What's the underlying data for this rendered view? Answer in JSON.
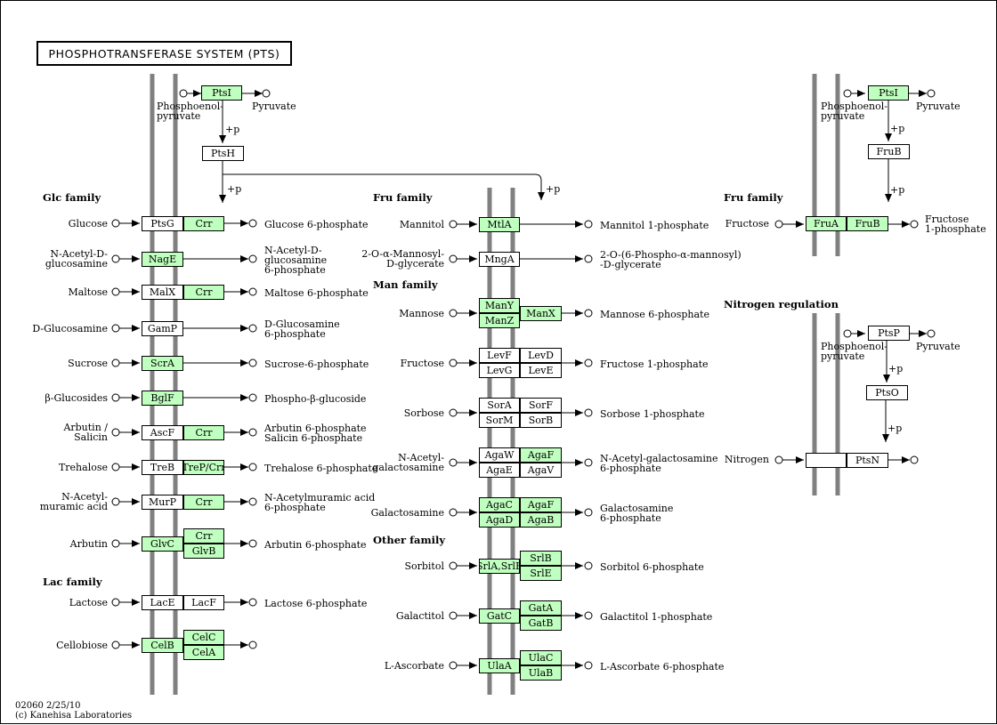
{
  "title": "PHOSPHOTRANSFERASE SYSTEM (PTS)",
  "footer": {
    "code": "02060 2/25/10",
    "copyright": "(c) Kanehisa Laboratories"
  },
  "colors": {
    "highlight": "#bfffbf",
    "membrane": "#808080"
  },
  "families": {
    "glc": "Glc family",
    "lac": "Lac family",
    "fru": "Fru family",
    "man": "Man family",
    "other": "Other family",
    "fru_right": "Fru family",
    "nitrogen": "Nitrogen regulation"
  },
  "top": {
    "ptsi": "PtsI",
    "pep": [
      "Phosphoenol-",
      "pyruvate"
    ],
    "pyruvate": "Pyruvate",
    "plus_p1": "+p",
    "ptsh": "PtsH",
    "plus_p2": "+p",
    "plus_p3": "+p"
  },
  "right_fru": {
    "ptsi": "PtsI",
    "pep": [
      "Phosphoenol-",
      "pyruvate"
    ],
    "pyruvate": "Pyruvate",
    "plus_p1": "+p",
    "frub_top": "FruB",
    "plus_p2": "+p",
    "substrate": "Fructose",
    "fruA": "FruA",
    "fruB": "FruB",
    "product": [
      "Fructose",
      "1-phosphate"
    ]
  },
  "nitrogen": {
    "ptsp": "PtsP",
    "pep": [
      "Phosphoenol-",
      "pyruvate"
    ],
    "pyruvate": "Pyruvate",
    "plus_p1": "+p",
    "ptso": "PtsO",
    "plus_p2": "+p",
    "substrate": "Nitrogen",
    "ptsn": "PtsN"
  },
  "left_rows": [
    {
      "substrate": [
        "Glucose"
      ],
      "product": [
        "Glucose 6-phosphate"
      ],
      "b1": "PtsG",
      "b2": "Crr"
    },
    {
      "substrate": [
        "N-Acetyl-D-",
        "glucosamine"
      ],
      "product": [
        "N-Acetyl-D-",
        "glucosamine",
        "6-phosphate"
      ],
      "b1": "NagE"
    },
    {
      "substrate": [
        "Maltose"
      ],
      "product": [
        "Maltose 6-phosphate"
      ],
      "b1": "MalX",
      "b2": "Crr"
    },
    {
      "substrate": [
        "D-Glucosamine"
      ],
      "product": [
        "D-Glucosamine",
        "6-phosphate"
      ],
      "b1": "GamP"
    },
    {
      "substrate": [
        "Sucrose"
      ],
      "product": [
        "Sucrose-6-phosphate"
      ],
      "b1": "ScrA"
    },
    {
      "substrate": [
        "β-Glucosides"
      ],
      "product": [
        "Phospho-β-glucoside"
      ],
      "b1": "BglF"
    },
    {
      "substrate": [
        "Arbutin /",
        "Salicin"
      ],
      "product": [
        "Arbutin 6-phosphate",
        "Salicin 6-phosphate"
      ],
      "b1": "AscF",
      "b2": "Crr"
    },
    {
      "substrate": [
        "Trehalose"
      ],
      "product": [
        "Trehalose 6-phosphate"
      ],
      "b1": "TreB",
      "b2": "TreP/Crr"
    },
    {
      "substrate": [
        "N-Acetyl-",
        "muramic acid"
      ],
      "product": [
        "N-Acetylmuramic acid",
        "6-phosphate"
      ],
      "b1": "MurP",
      "b2": "Crr"
    },
    {
      "substrate": [
        "Arbutin"
      ],
      "product": [
        "Arbutin 6-phosphate"
      ],
      "b1": "GlvC",
      "b2": "Crr",
      "b3": "GlvB"
    },
    {
      "substrate": [
        "Lactose"
      ],
      "product": [
        "Lactose 6-phosphate"
      ],
      "b1": "LacE",
      "b2": "LacF"
    },
    {
      "substrate": [
        "Cellobiose"
      ],
      "product": [],
      "b1": "CelB",
      "b2": "CelC",
      "b3": "CelA"
    }
  ],
  "mid_rows": [
    {
      "substrate": [
        "Mannitol"
      ],
      "product": [
        "Mannitol 1-phosphate"
      ],
      "b1": "MtlA"
    },
    {
      "substrate": [
        "2-O-α-Mannosyl-",
        "D-glycerate"
      ],
      "product": [
        "2-O-(6-Phospho-α-mannosyl)",
        "-D-glycerate"
      ],
      "b1": "MngA"
    },
    {
      "substrate": [
        "Mannose"
      ],
      "product": [
        "Mannose 6-phosphate"
      ],
      "b1": "ManY",
      "b1b": "ManZ",
      "b2": "ManX"
    },
    {
      "substrate": [
        "Fructose"
      ],
      "product": [
        "Fructose 1-phosphate"
      ],
      "b1": "LevF",
      "b1b": "LevG",
      "b2": "LevD",
      "b3": "LevE"
    },
    {
      "substrate": [
        "Sorbose"
      ],
      "product": [
        "Sorbose 1-phosphate"
      ],
      "b1": "SorA",
      "b1b": "SorM",
      "b2": "SorF",
      "b3": "SorB"
    },
    {
      "substrate": [
        "N-Acetyl-",
        "galactosamine"
      ],
      "product": [
        "N-Acetyl-galactosamine",
        "6-phosphate"
      ],
      "b1": "AgaW",
      "b1b": "AgaE",
      "b2": "AgaF",
      "b3": "AgaV"
    },
    {
      "substrate": [
        "Galactosamine"
      ],
      "product": [
        "Galactosamine",
        "6-phosphate"
      ],
      "b1": "AgaC",
      "b1b": "AgaD",
      "b2": "AgaF",
      "b3": "AgaB"
    },
    {
      "substrate": [
        "Sorbitol"
      ],
      "product": [
        "Sorbitol 6-phosphate"
      ],
      "b1": "SrlA,SrlE",
      "b2": "SrlB",
      "b3": "SrlE"
    },
    {
      "substrate": [
        "Galactitol"
      ],
      "product": [
        "Galactitol 1-phosphate"
      ],
      "b1": "GatC",
      "b2": "GatA",
      "b3": "GatB"
    },
    {
      "substrate": [
        "L-Ascorbate"
      ],
      "product": [
        "L-Ascorbate 6-phosphate"
      ],
      "b1": "UlaA",
      "b2": "UlaC",
      "b3": "UlaB"
    }
  ]
}
